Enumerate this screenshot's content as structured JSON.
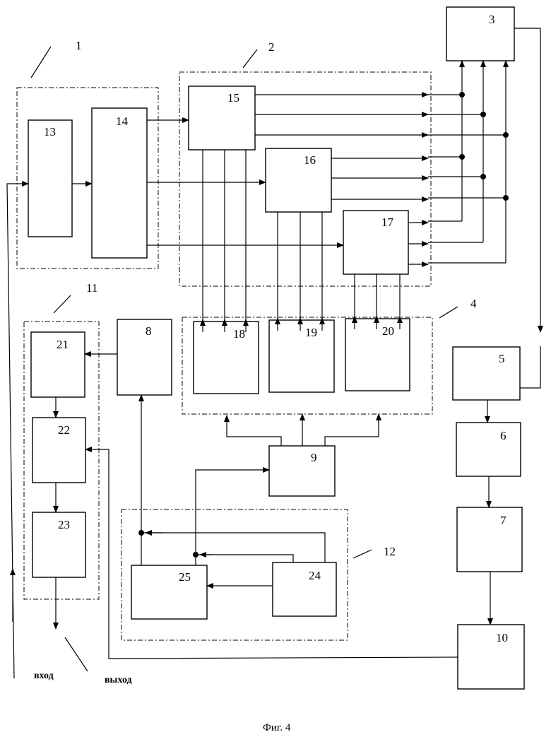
{
  "blocks": {
    "b3": "3",
    "b5": "5",
    "b6": "6",
    "b7": "7",
    "b8": "8",
    "b9": "9",
    "b10": "10",
    "b13": "13",
    "b14": "14",
    "b15": "15",
    "b16": "16",
    "b17": "17",
    "b18": "18",
    "b19": "19",
    "b20": "20",
    "b21": "21",
    "b22": "22",
    "b23": "23",
    "b24": "24",
    "b25": "25"
  },
  "groups": {
    "g1": "1",
    "g2": "2",
    "g4": "4",
    "g11": "11",
    "g12": "12"
  },
  "io": {
    "input": "вход",
    "output": "выход"
  },
  "caption": "Фиг. 4"
}
